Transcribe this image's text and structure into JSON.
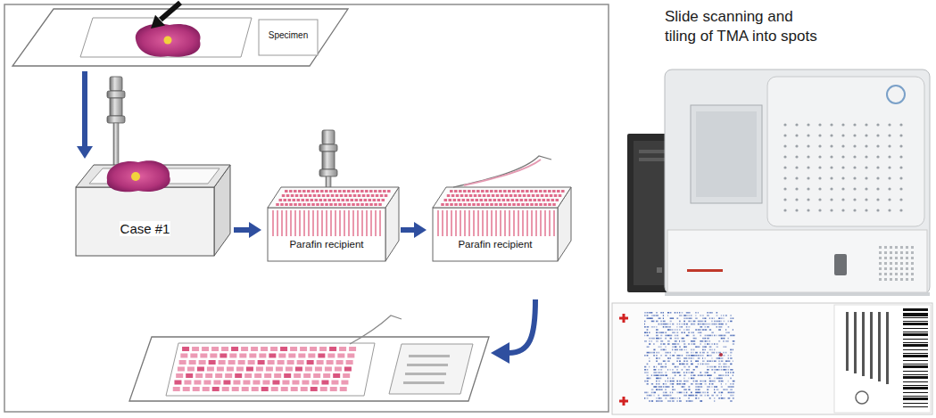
{
  "diagram": {
    "title": "Slide scanning and tiling of TMA into spots",
    "nodes": [
      {
        "text": [
          "Specimen"
        ]
      },
      {
        "text": [
          "Case #1"
        ]
      },
      {
        "text": [
          "Parafin recipient"
        ]
      },
      {
        "text": [
          "Parafin recipient"
        ]
      }
    ],
    "edges": [
      {
        "from": 0,
        "to": 1,
        "arrow": "to"
      },
      {
        "from": 1,
        "to": 2,
        "arrow": "to"
      },
      {
        "from": 2,
        "to": 3,
        "arrow": "to"
      }
    ]
  }
}
